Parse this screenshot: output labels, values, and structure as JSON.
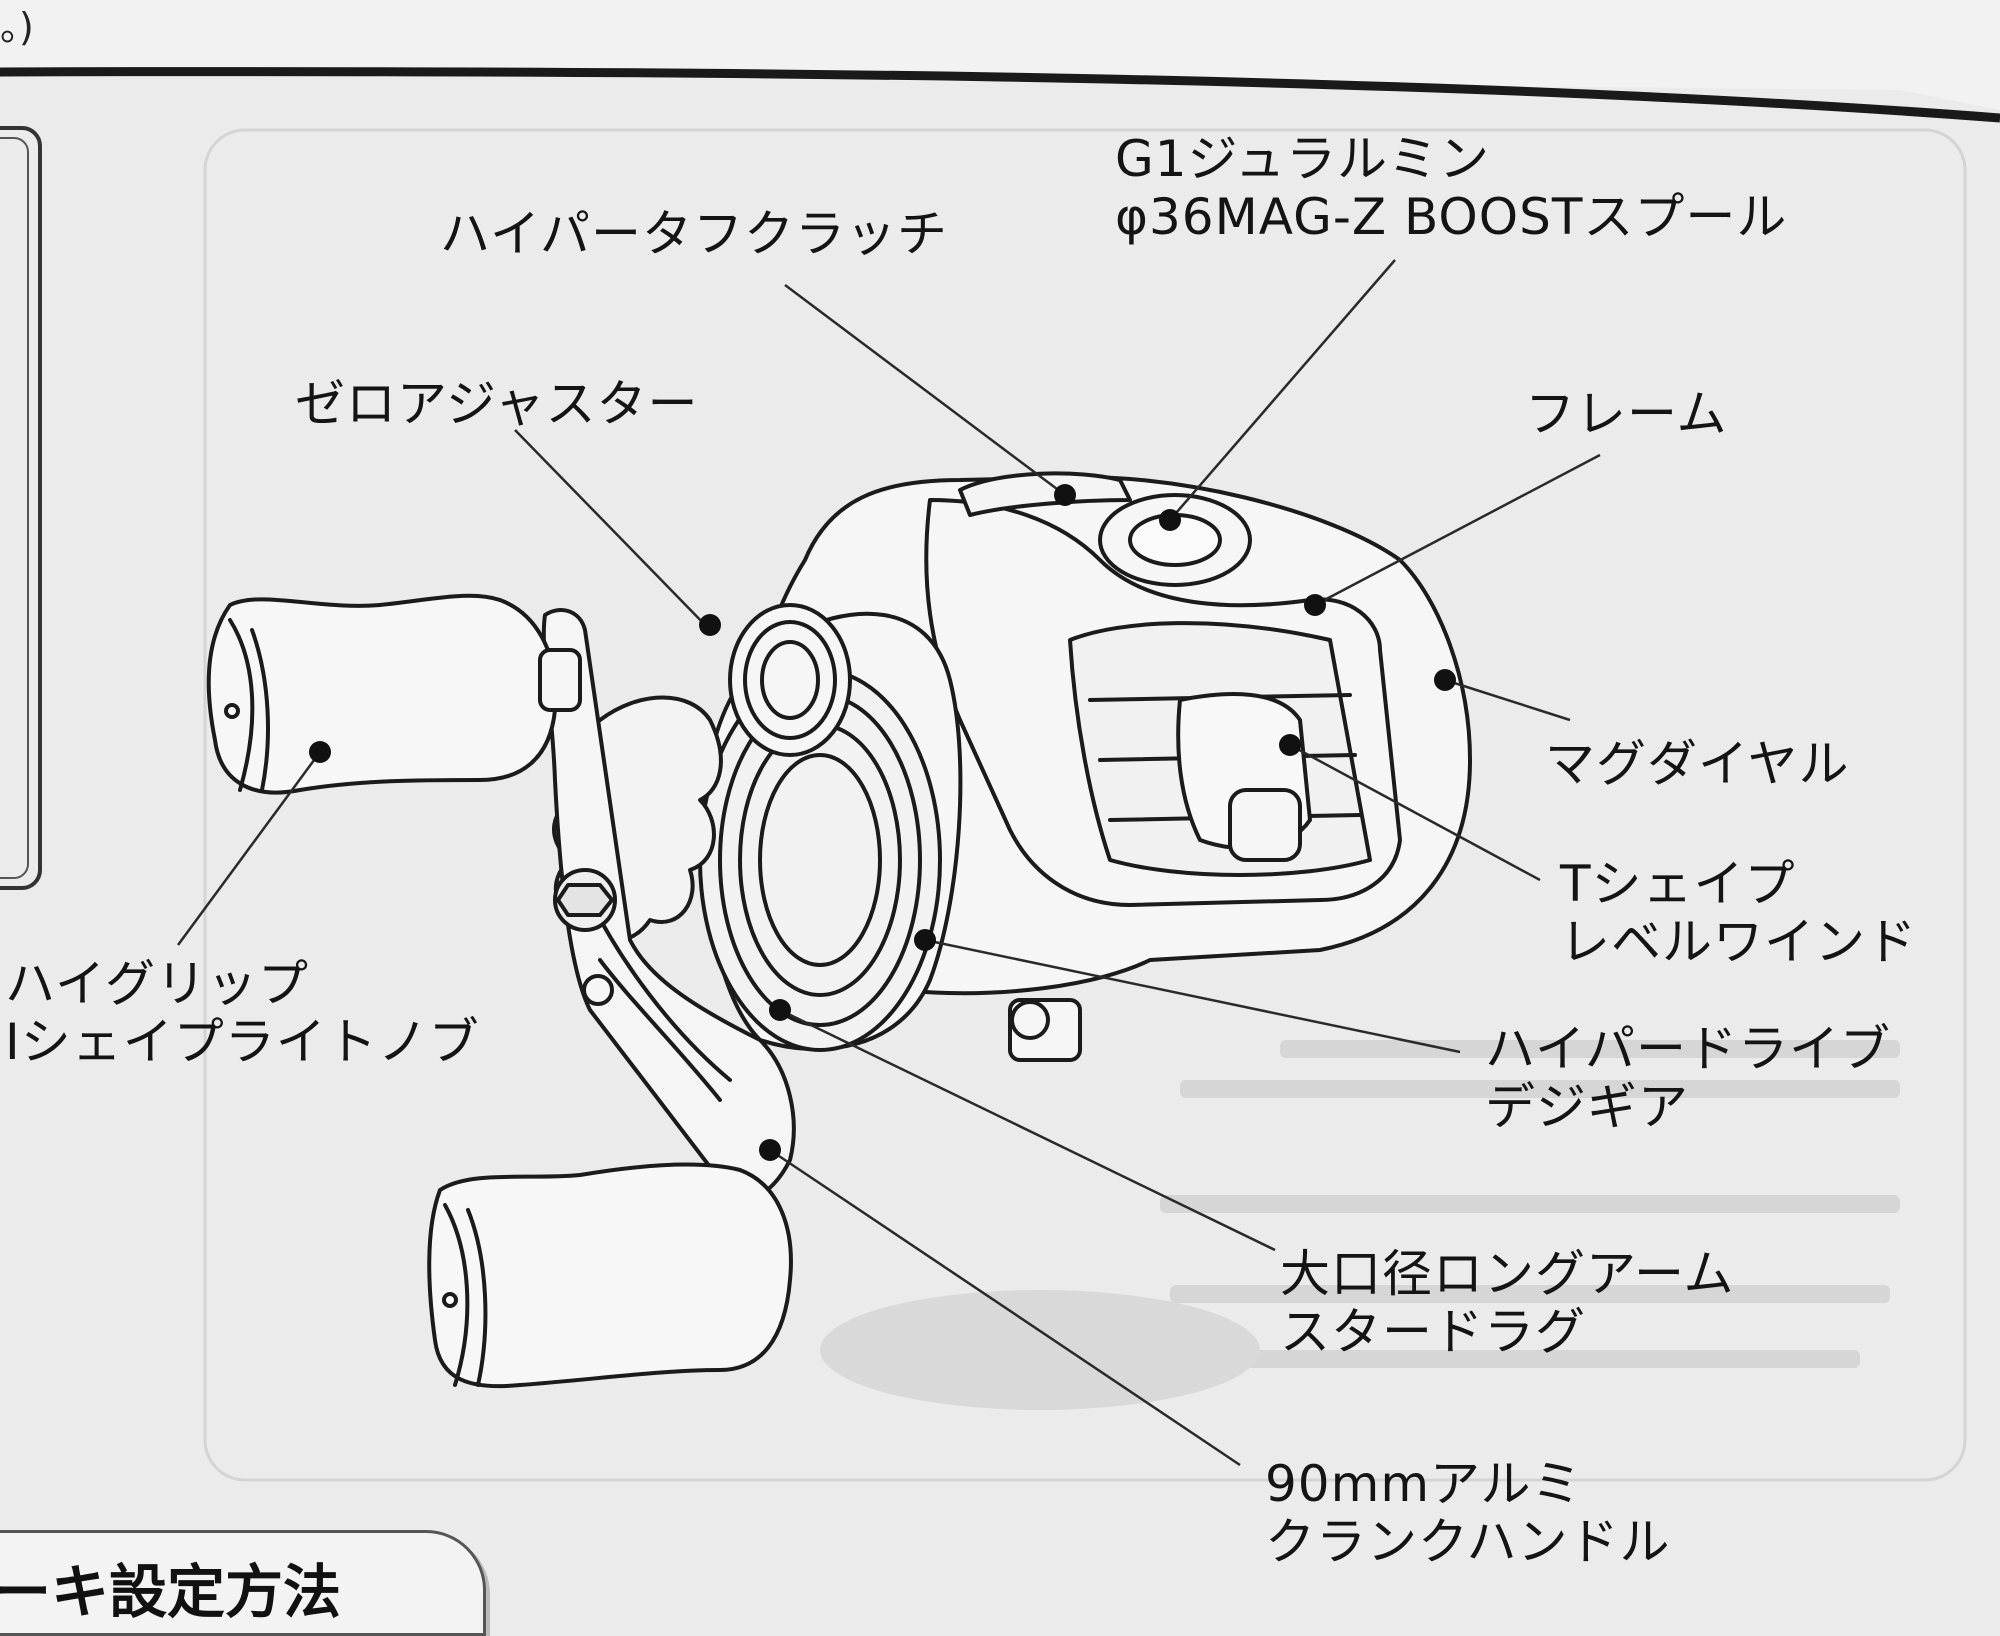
{
  "page": {
    "top_fragment": "。)",
    "section_title": "ーキ設定方法"
  },
  "callouts": [
    {
      "id": "clutch",
      "lines": [
        "ハイパータフクラッチ"
      ]
    },
    {
      "id": "spool",
      "lines": [
        "G1ジュラルミン",
        "φ36MAG-Z BOOSTスプール"
      ]
    },
    {
      "id": "zero-adjuster",
      "lines": [
        "ゼロアジャスター"
      ]
    },
    {
      "id": "frame",
      "lines": [
        "フレーム"
      ]
    },
    {
      "id": "mag-dial",
      "lines": [
        "マグダイヤル"
      ]
    },
    {
      "id": "level-wind",
      "lines": [
        "Tシェイプ",
        "レベルワインド"
      ]
    },
    {
      "id": "knob",
      "lines": [
        "ハイグリップ",
        "Iシェイプライトノブ"
      ]
    },
    {
      "id": "drive-gear",
      "lines": [
        "ハイパードライブ",
        "デジギア"
      ]
    },
    {
      "id": "star-drag",
      "lines": [
        "大口径ロングアーム",
        "スタードラグ"
      ]
    },
    {
      "id": "handle",
      "lines": [
        "90mmアルミ",
        "クランクハンドル"
      ]
    }
  ],
  "colors": {
    "paper": "#ebebeb",
    "ink": "#141414",
    "line": "#2a2a2a"
  }
}
